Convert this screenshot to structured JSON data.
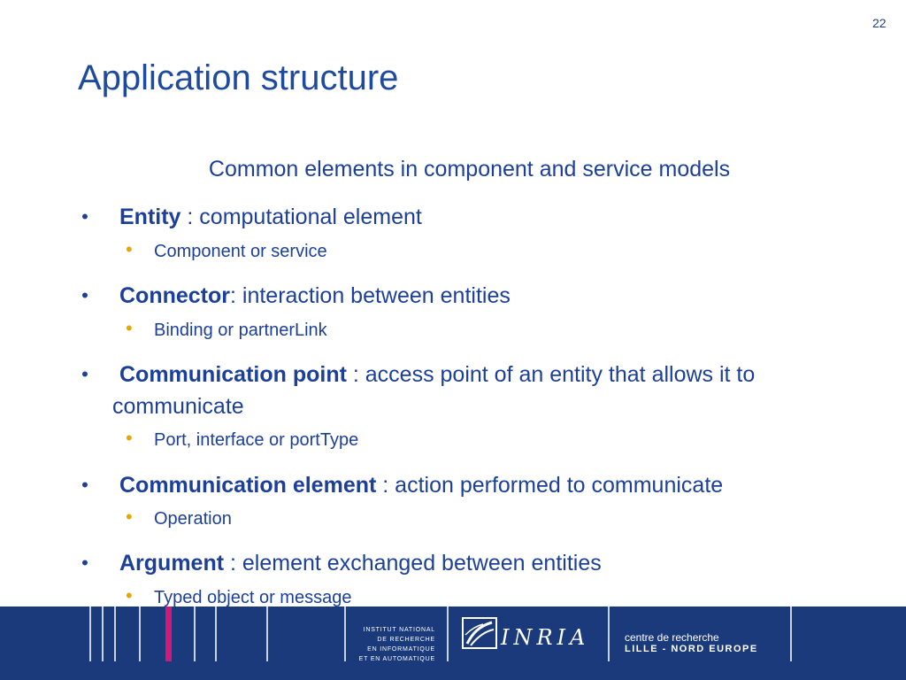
{
  "slide_number": "22",
  "title": "Application structure",
  "subtitle": "Common elements in component and service models",
  "bullet_glyph": "•",
  "bullets": [
    {
      "term": "Entity",
      "desc": " : computational element",
      "sub": "Component or service"
    },
    {
      "term": "Connector",
      "desc": ": interaction between entities",
      "sub": "Binding or partnerLink"
    },
    {
      "term": "Communication point",
      "desc": " : access point of an entity that allows it to communicate",
      "sub": "Port, interface or portType"
    },
    {
      "term": "Communication element",
      "desc": " : action performed to communicate",
      "sub": "Operation"
    },
    {
      "term": "Argument",
      "desc": " : element exchanged between entities",
      "sub": "Typed object or message"
    }
  ],
  "footer": {
    "institut_lines": [
      "INSTITUT NATIONAL",
      "DE RECHERCHE",
      "EN INFORMATIQUE",
      "ET EN AUTOMATIQUE"
    ],
    "logo_text": "INRIA",
    "centre_line1": "centre de recherche",
    "centre_line2": "LILLE - NORD EUROPE",
    "background_color": "#1a3a7c",
    "accent_color": "#d1197a"
  },
  "colors": {
    "title": "#1f4b9e",
    "body_text": "#1c3f99",
    "sub_bullet": "#e6a800"
  }
}
